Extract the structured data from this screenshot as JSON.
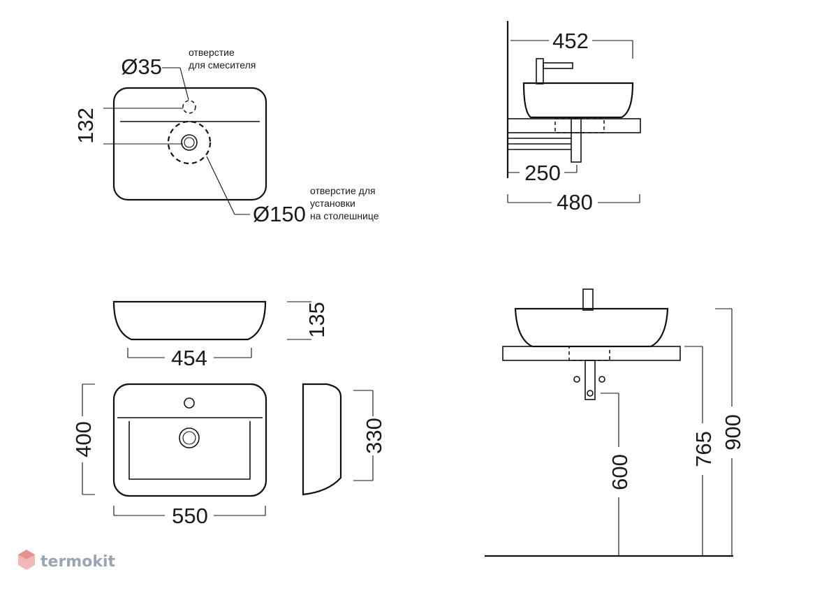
{
  "dimensions": {
    "mixer_hole": "Ø35",
    "hole_spacing": "132",
    "mount_hole": "Ø150",
    "side_depth": "452",
    "side_bracket": "250",
    "side_total": "480",
    "height": "135",
    "base_width": "454",
    "depth": "400",
    "inner_depth": "330",
    "width": "550",
    "floor_to_drain": "600",
    "floor_to_counter": "765",
    "floor_to_rim": "900"
  },
  "notes": {
    "mixer_hole_line1": "отверстие",
    "mixer_hole_line2": "для смесителя",
    "mount_hole_line1": "отверстие для",
    "mount_hole_line2": "установки",
    "mount_hole_line3": "на столешнице"
  },
  "logo": {
    "text": "termokit",
    "color": "#e8a0a0"
  }
}
